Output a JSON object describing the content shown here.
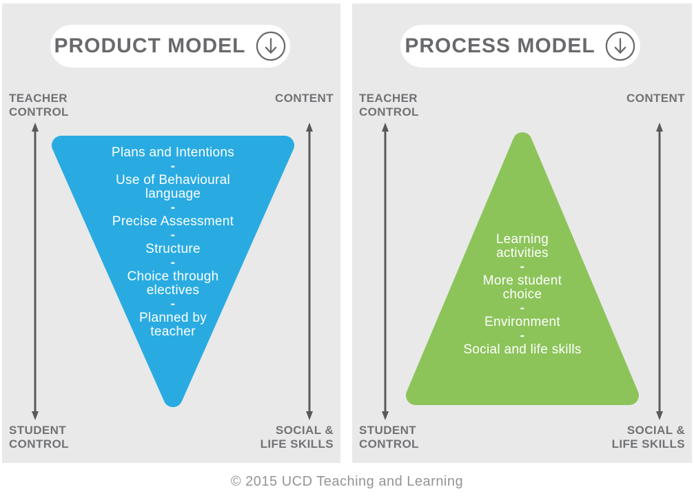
{
  "page": {
    "footer": "© 2015 UCD Teaching and Learning"
  },
  "colors": {
    "panel_background": "#e9e9e9",
    "product_triangle": "#29abe2",
    "process_triangle": "#8cc45a",
    "heading_text": "#68696c",
    "axis_text": "#717275",
    "arrow": "#58595b",
    "footer_text": "#929497"
  },
  "axes": {
    "top_left": "TEACHER\nCONTROL",
    "top_right": "CONTENT",
    "bottom_left": "STUDENT\nCONTROL",
    "bottom_right": "SOCIAL &\nLIFE SKILLS"
  },
  "product": {
    "title": "PRODUCT MODEL",
    "header_icon": "circled-down-arrow",
    "triangle_direction": "down",
    "separator": "-",
    "items": [
      [
        "Plans and Intentions"
      ],
      [
        "Use of Behavioural",
        "language"
      ],
      [
        "Precise Assessment"
      ],
      [
        "Structure"
      ],
      [
        "Choice through",
        "electives"
      ],
      [
        "Planned by",
        "teacher"
      ]
    ]
  },
  "process": {
    "title": "PROCESS MODEL",
    "header_icon": "circled-down-arrow",
    "triangle_direction": "up",
    "separator": "-",
    "items": [
      [
        "Learning",
        "activities"
      ],
      [
        "More student",
        "choice"
      ],
      [
        "Environment"
      ],
      [
        "Social and life skills"
      ]
    ]
  }
}
